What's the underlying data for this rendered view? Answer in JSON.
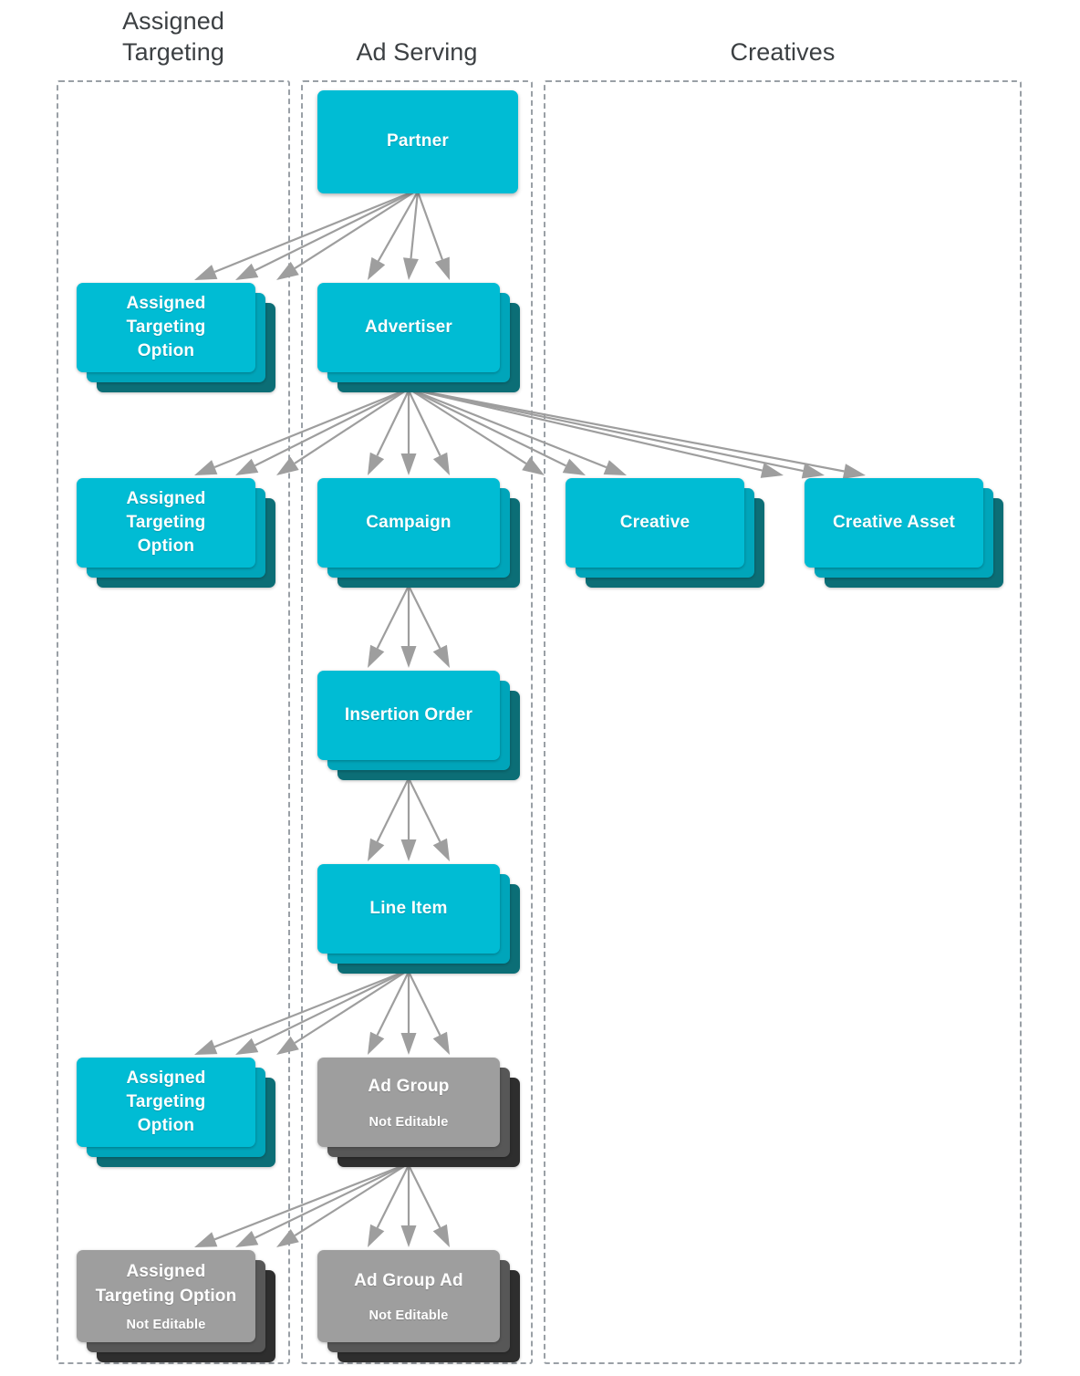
{
  "palette": {
    "cyan_front": "#00BCD4",
    "cyan_mid": "#00A5BA",
    "cyan_back": "#0C6E76",
    "gray_front": "#9E9E9E",
    "gray_mid": "#575757",
    "gray_back": "#2E2E2E",
    "lane_border": "#9AA0A6",
    "header_text": "#3C4043",
    "arrow": "#9E9E9E",
    "node_text": "#FFFFFF",
    "background": "#FFFFFF"
  },
  "columns": [
    {
      "id": "assigned-targeting",
      "label": "Assigned\nTargeting",
      "label_line1": "Assigned",
      "label_line2": "Targeting"
    },
    {
      "id": "ad-serving",
      "label": "Ad Serving"
    },
    {
      "id": "creatives",
      "label": "Creatives"
    }
  ],
  "nodes": [
    {
      "id": "partner",
      "title": "Partner",
      "subtitle": "",
      "kind": "cyan",
      "stack": 1,
      "column": "ad-serving"
    },
    {
      "id": "ato-partner",
      "title": "Assigned\nTargeting\nOption",
      "subtitle": "",
      "kind": "cyan",
      "stack": 3,
      "column": "assigned-targeting"
    },
    {
      "id": "advertiser",
      "title": "Advertiser",
      "subtitle": "",
      "kind": "cyan",
      "stack": 3,
      "column": "ad-serving"
    },
    {
      "id": "ato-advertiser",
      "title": "Assigned\nTargeting\nOption",
      "subtitle": "",
      "kind": "cyan",
      "stack": 3,
      "column": "assigned-targeting"
    },
    {
      "id": "campaign",
      "title": "Campaign",
      "subtitle": "",
      "kind": "cyan",
      "stack": 3,
      "column": "ad-serving"
    },
    {
      "id": "creative",
      "title": "Creative",
      "subtitle": "",
      "kind": "cyan",
      "stack": 3,
      "column": "creatives"
    },
    {
      "id": "creative-asset",
      "title": "Creative Asset",
      "subtitle": "",
      "kind": "cyan",
      "stack": 3,
      "column": "creatives"
    },
    {
      "id": "insertion-order",
      "title": "Insertion Order",
      "subtitle": "",
      "kind": "cyan",
      "stack": 3,
      "column": "ad-serving"
    },
    {
      "id": "line-item",
      "title": "Line Item",
      "subtitle": "",
      "kind": "cyan",
      "stack": 3,
      "column": "ad-serving"
    },
    {
      "id": "ato-lineitem",
      "title": "Assigned\nTargeting\nOption",
      "subtitle": "",
      "kind": "cyan",
      "stack": 3,
      "column": "assigned-targeting"
    },
    {
      "id": "ad-group",
      "title": "Ad Group",
      "subtitle": "Not Editable",
      "kind": "gray",
      "stack": 3,
      "column": "ad-serving"
    },
    {
      "id": "ato-adgroup",
      "title": "Assigned\nTargeting Option",
      "subtitle": "Not Editable",
      "kind": "gray",
      "stack": 3,
      "column": "assigned-targeting"
    },
    {
      "id": "ad-group-ad",
      "title": "Ad Group Ad",
      "subtitle": "Not Editable",
      "kind": "gray",
      "stack": 3,
      "column": "ad-serving"
    }
  ],
  "edges": [
    {
      "from": "partner",
      "to": "advertiser",
      "multiplicity": 3
    },
    {
      "from": "partner",
      "to": "ato-partner",
      "multiplicity": 3
    },
    {
      "from": "advertiser",
      "to": "campaign",
      "multiplicity": 3
    },
    {
      "from": "advertiser",
      "to": "ato-advertiser",
      "multiplicity": 3
    },
    {
      "from": "advertiser",
      "to": "creative",
      "multiplicity": 3
    },
    {
      "from": "advertiser",
      "to": "creative-asset",
      "multiplicity": 3
    },
    {
      "from": "campaign",
      "to": "insertion-order",
      "multiplicity": 3
    },
    {
      "from": "insertion-order",
      "to": "line-item",
      "multiplicity": 3
    },
    {
      "from": "line-item",
      "to": "ad-group",
      "multiplicity": 3
    },
    {
      "from": "line-item",
      "to": "ato-lineitem",
      "multiplicity": 3
    },
    {
      "from": "ad-group",
      "to": "ad-group-ad",
      "multiplicity": 3
    },
    {
      "from": "ad-group",
      "to": "ato-adgroup",
      "multiplicity": 3
    }
  ],
  "labels": {
    "not_editable": "Not Editable"
  }
}
